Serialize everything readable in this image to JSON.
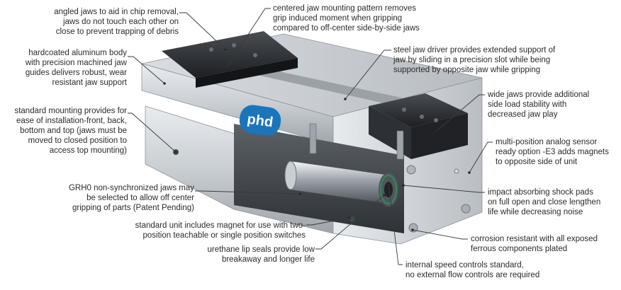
{
  "logo_text": "phd",
  "callouts": [
    {
      "id": "angled-jaws",
      "lines": [
        "angled jaws to aid in chip removal,",
        "jaws do not touch each other on",
        "close to prevent trapping of debris"
      ]
    },
    {
      "id": "aluminum-body",
      "lines": [
        "hardcoated aluminum body",
        "with precision machined jaw",
        "guides delivers robust, wear",
        "resistant jaw support"
      ]
    },
    {
      "id": "standard-mounting",
      "lines": [
        "standard mounting provides for",
        "ease of installation-front, back,",
        "bottom and top (jaws must be",
        "moved to closed position to",
        "access top mounting)"
      ]
    },
    {
      "id": "non-synchronized",
      "lines": [
        "GRH0 non-synchronized jaws may",
        "be selected to allow off center",
        "gripping of parts (Patent Pending)"
      ]
    },
    {
      "id": "standard-magnet",
      "lines": [
        "standard unit includes magnet for use with two-",
        "position teachable or single position switches"
      ]
    },
    {
      "id": "lip-seals",
      "lines": [
        "urethane lip seals provide low",
        "breakaway and longer life"
      ]
    },
    {
      "id": "centered-mounting",
      "lines": [
        "centered jaw mounting pattern removes",
        "grip induced moment when gripping",
        "compared to off-center side-by-side jaws"
      ]
    },
    {
      "id": "steel-driver",
      "lines": [
        "steel jaw driver provides extended support of",
        "jaw by sliding in a precision slot while being",
        "supported by opposite jaw while gripping"
      ]
    },
    {
      "id": "wide-jaws",
      "lines": [
        "wide jaws provide additional",
        "side load stability with",
        "decreased jaw play"
      ]
    },
    {
      "id": "analog-sensor",
      "lines": [
        "multi-position analog sensor",
        "ready option -E3 adds magnets",
        "to opposite side of unit"
      ]
    },
    {
      "id": "shock-pads",
      "lines": [
        "impact absorbing shock pads",
        "on full open and close lengthen",
        "life while decreasing noise"
      ]
    },
    {
      "id": "corrosion",
      "lines": [
        "corrosion resistant with all exposed",
        "ferrous components plated"
      ]
    },
    {
      "id": "speed-controls",
      "lines": [
        "internal speed controls standard,",
        "no external flow controls are required"
      ]
    }
  ]
}
